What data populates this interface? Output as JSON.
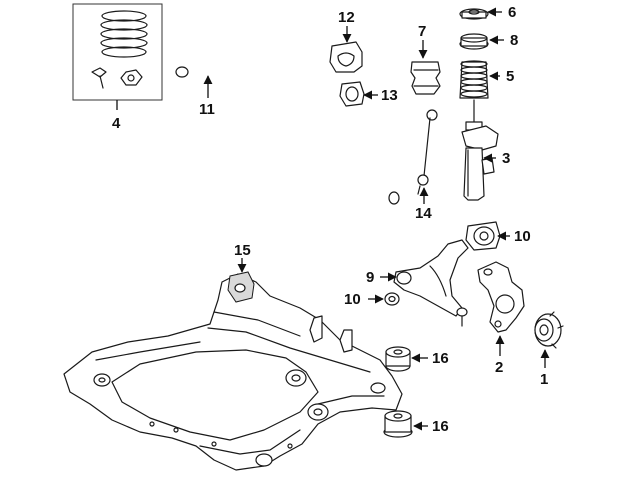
{
  "callouts": {
    "c1": "1",
    "c2": "2",
    "c3": "3",
    "c4": "4",
    "c5": "5",
    "c6": "6",
    "c7": "7",
    "c8": "8",
    "c9": "9",
    "c10a": "10",
    "c10b": "10",
    "c11": "11",
    "c12": "12",
    "c13": "13",
    "c14": "14",
    "c15": "15",
    "c16a": "16",
    "c16b": "16"
  }
}
